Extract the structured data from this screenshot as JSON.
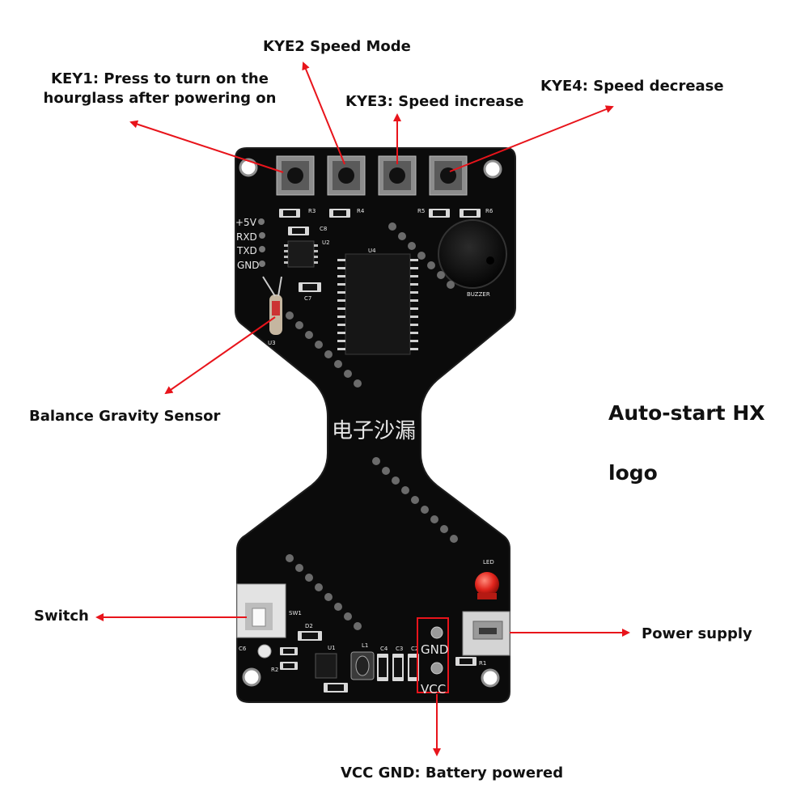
{
  "callouts": {
    "key1_line1": "KEY1: Press to turn on the",
    "key1_line2": "hourglass after powering on",
    "key2": "KYE2 Speed Mode",
    "key3": "KYE3: Speed increase",
    "key4": "KYE4: Speed decrease",
    "sensor": "Balance Gravity Sensor",
    "switch": "Switch",
    "power": "Power supply",
    "vcc_gnd": "VCC GND: Battery powered",
    "autostart": "Auto-start HX",
    "logo": "logo"
  },
  "board": {
    "title_cn": "电子沙漏",
    "pins": [
      "+5V",
      "RXD",
      "TXD",
      "GND"
    ],
    "refs": {
      "u2": "U2",
      "u3": "U3",
      "u4": "U4",
      "u1": "U1",
      "c7": "C7",
      "c8": "C8",
      "c6": "C6",
      "c4": "C4",
      "c3": "C3",
      "c2": "C2",
      "r3": "R3",
      "r4": "R4",
      "r5": "R5",
      "r6": "R6",
      "r1": "R1",
      "r2": "R2",
      "d2": "D2",
      "sw1": "SW1",
      "l1": "L1",
      "buzzer": "BUZZER",
      "led": "LED",
      "gnd_pad": "GND",
      "vcc_pad": "VCC"
    }
  },
  "colors": {
    "arrow": "#e8141b",
    "pcb": "#0b0b0b",
    "led": "#e0241c"
  }
}
